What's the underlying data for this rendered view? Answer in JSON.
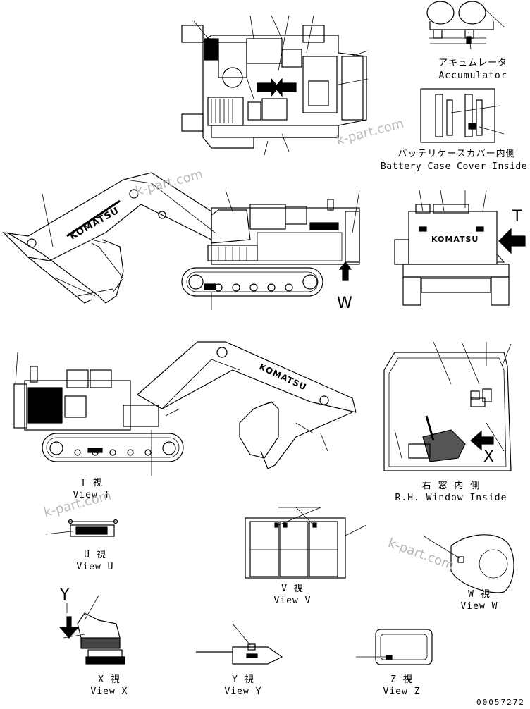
{
  "views": {
    "accumulator": {
      "jp": "アキュムレータ",
      "en": "Accumulator"
    },
    "battery": {
      "jp": "バッテリケースカバー内側",
      "en": "Battery Case Cover Inside"
    },
    "t": {
      "jp": "T 視",
      "en": "View T"
    },
    "window": {
      "jp": "右 窓 内 側",
      "en": "R.H. Window Inside"
    },
    "u": {
      "jp": "U 視",
      "en": "View U"
    },
    "v": {
      "jp": "V 視",
      "en": "View V"
    },
    "w": {
      "jp": "W 視",
      "en": "View W"
    },
    "x": {
      "jp": "X 視",
      "en": "View X"
    },
    "y": {
      "jp": "Y 視",
      "en": "View Y"
    },
    "z": {
      "jp": "Z 視",
      "en": "View Z"
    }
  },
  "view_letters": {
    "t": "T",
    "w": "W",
    "x": "X",
    "y": "Y"
  },
  "brand_marks": [
    "KOMATSU",
    "KOMATSU",
    "KOMATSU"
  ],
  "watermarks": [
    "k-part.com",
    "k-part.com",
    "k-part.com",
    "k-part.com"
  ],
  "drawing_code": "00057272"
}
